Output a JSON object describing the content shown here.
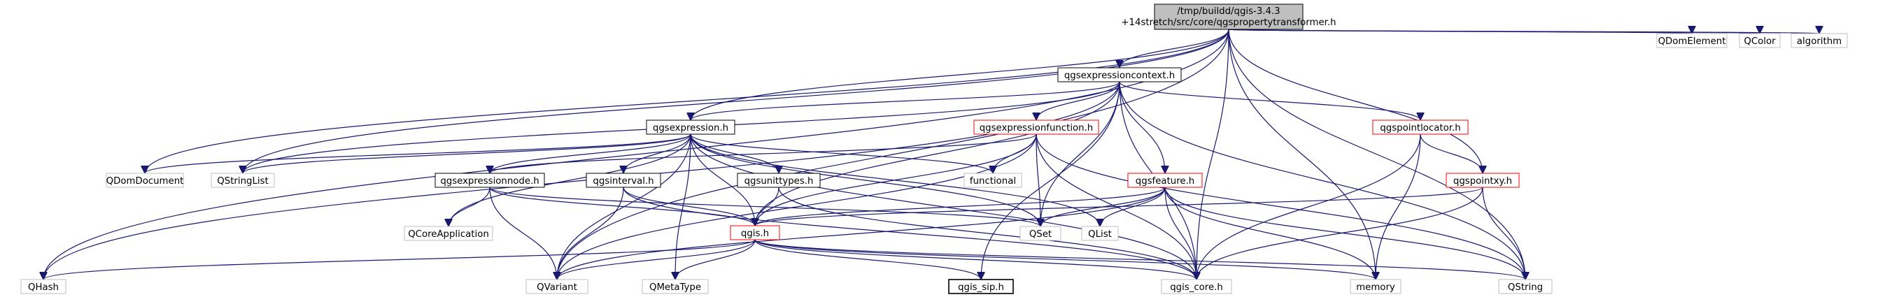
{
  "graph": {
    "root_label_line1": "/tmp/buildd/qgis-3.4.3",
    "root_label_line2": "+14stretch/src/core/qgspropertytransformer.h",
    "nodes": [
      {
        "id": "root",
        "label": "",
        "style": "root"
      },
      {
        "id": "qgsexpressioncontext",
        "label": "qgsexpressioncontext.h",
        "style": "normal"
      },
      {
        "id": "qdomelement",
        "label": "QDomElement",
        "style": "grey"
      },
      {
        "id": "qcolor",
        "label": "QColor",
        "style": "grey"
      },
      {
        "id": "algorithm",
        "label": "algorithm",
        "style": "grey"
      },
      {
        "id": "qgsexpression",
        "label": "qgsexpression.h",
        "style": "normal"
      },
      {
        "id": "qgsexpressionfunction",
        "label": "qgsexpressionfunction.h",
        "style": "red"
      },
      {
        "id": "qgspointlocator",
        "label": "qgspointlocator.h",
        "style": "red"
      },
      {
        "id": "qdomdocument",
        "label": "QDomDocument",
        "style": "grey"
      },
      {
        "id": "qstringlist",
        "label": "QStringList",
        "style": "grey"
      },
      {
        "id": "functional",
        "label": "functional",
        "style": "grey"
      },
      {
        "id": "qgsexpressionnode",
        "label": "qgsexpressionnode.h",
        "style": "normal"
      },
      {
        "id": "qgsinterval",
        "label": "qgsinterval.h",
        "style": "normal"
      },
      {
        "id": "qgsunittypes",
        "label": "qgsunittypes.h",
        "style": "normal"
      },
      {
        "id": "qgsfeature",
        "label": "qgsfeature.h",
        "style": "red"
      },
      {
        "id": "qgspointxy",
        "label": "qgspointxy.h",
        "style": "red"
      },
      {
        "id": "qcoreapplication",
        "label": "QCoreApplication",
        "style": "grey"
      },
      {
        "id": "qgis",
        "label": "qgis.h",
        "style": "red"
      },
      {
        "id": "qset",
        "label": "QSet",
        "style": "grey"
      },
      {
        "id": "qlist",
        "label": "QList",
        "style": "grey"
      },
      {
        "id": "qhash",
        "label": "QHash",
        "style": "grey"
      },
      {
        "id": "qvariant",
        "label": "QVariant",
        "style": "grey"
      },
      {
        "id": "qmetatype",
        "label": "QMetaType",
        "style": "grey"
      },
      {
        "id": "qgis_sip",
        "label": "qgis_sip.h",
        "style": "selected"
      },
      {
        "id": "qgis_core",
        "label": "qgis_core.h",
        "style": "grey"
      },
      {
        "id": "memory",
        "label": "memory",
        "style": "grey"
      },
      {
        "id": "qstring",
        "label": "QString",
        "style": "grey"
      }
    ],
    "edges": [
      [
        "root",
        "qgsexpressioncontext"
      ],
      [
        "root",
        "qdomelement"
      ],
      [
        "root",
        "qcolor"
      ],
      [
        "root",
        "algorithm"
      ],
      [
        "root",
        "qgsexpression"
      ],
      [
        "root",
        "qdomdocument"
      ],
      [
        "root",
        "qstringlist"
      ],
      [
        "root",
        "qgspointxy"
      ],
      [
        "root",
        "qhash"
      ],
      [
        "root",
        "qvariant"
      ],
      [
        "root",
        "qgis_core"
      ],
      [
        "root",
        "memory"
      ],
      [
        "root",
        "qstring"
      ],
      [
        "qgsexpressioncontext",
        "qgsexpression"
      ],
      [
        "qgsexpressioncontext",
        "qgsexpressionfunction"
      ],
      [
        "qgsexpressioncontext",
        "qgspointlocator"
      ],
      [
        "qgsexpressioncontext",
        "qstringlist"
      ],
      [
        "qgsexpressioncontext",
        "qgsfeature"
      ],
      [
        "qgsexpressioncontext",
        "qgis"
      ],
      [
        "qgsexpressioncontext",
        "qset"
      ],
      [
        "qgsexpressioncontext",
        "qhash"
      ],
      [
        "qgsexpressioncontext",
        "qgis_sip"
      ],
      [
        "qgsexpressioncontext",
        "qgis_core"
      ],
      [
        "qgsexpressioncontext",
        "qstring"
      ],
      [
        "qgsexpression",
        "qdomdocument"
      ],
      [
        "qgsexpression",
        "qstringlist"
      ],
      [
        "qgsexpression",
        "functional"
      ],
      [
        "qgsexpression",
        "qgsexpressionnode"
      ],
      [
        "qgsexpression",
        "qgsinterval"
      ],
      [
        "qgsexpression",
        "qgsunittypes"
      ],
      [
        "qgsexpression",
        "qcoreapplication"
      ],
      [
        "qgsexpression",
        "qgis"
      ],
      [
        "qgsexpression",
        "qset"
      ],
      [
        "qgsexpression",
        "qlist"
      ],
      [
        "qgsexpression",
        "qvariant"
      ],
      [
        "qgsexpression",
        "qmetatype"
      ],
      [
        "qgsexpression",
        "qgis_core"
      ],
      [
        "qgsexpressionfunction",
        "functional"
      ],
      [
        "qgsexpressionfunction",
        "qgsexpressionnode"
      ],
      [
        "qgsexpressionfunction",
        "qgis"
      ],
      [
        "qgsexpressionfunction",
        "qset"
      ],
      [
        "qgsexpressionfunction",
        "qvariant"
      ],
      [
        "qgsexpressionfunction",
        "qgis_core"
      ],
      [
        "qgsexpressionfunction",
        "qstring"
      ],
      [
        "qgspointlocator",
        "qgspointxy"
      ],
      [
        "qgspointlocator",
        "qgis_core"
      ],
      [
        "qgspointlocator",
        "memory"
      ],
      [
        "qgsexpressionnode",
        "qcoreapplication"
      ],
      [
        "qgsexpressionnode",
        "qgis"
      ],
      [
        "qgsexpressionnode",
        "qvariant"
      ],
      [
        "qgsexpressionnode",
        "qset"
      ],
      [
        "qgsinterval",
        "qgis"
      ],
      [
        "qgsinterval",
        "qvariant"
      ],
      [
        "qgsinterval",
        "qgis_core"
      ],
      [
        "qgsunittypes",
        "qgis"
      ],
      [
        "qgsunittypes",
        "qgis_core"
      ],
      [
        "qgsfeature",
        "qgis"
      ],
      [
        "qgsfeature",
        "qset"
      ],
      [
        "qgsfeature",
        "qlist"
      ],
      [
        "qgsfeature",
        "qvariant"
      ],
      [
        "qgsfeature",
        "qgis_core"
      ],
      [
        "qgsfeature",
        "memory"
      ],
      [
        "qgsfeature",
        "qstring"
      ],
      [
        "qgspointxy",
        "qgis"
      ],
      [
        "qgspointxy",
        "qgis_core"
      ],
      [
        "qgspointxy",
        "qstring"
      ],
      [
        "qgis",
        "qhash"
      ],
      [
        "qgis",
        "qvariant"
      ],
      [
        "qgis",
        "qmetatype"
      ],
      [
        "qgis",
        "qgis_sip"
      ],
      [
        "qgis",
        "qgis_core"
      ],
      [
        "qgis",
        "memory"
      ],
      [
        "qgis",
        "qstring"
      ]
    ]
  }
}
